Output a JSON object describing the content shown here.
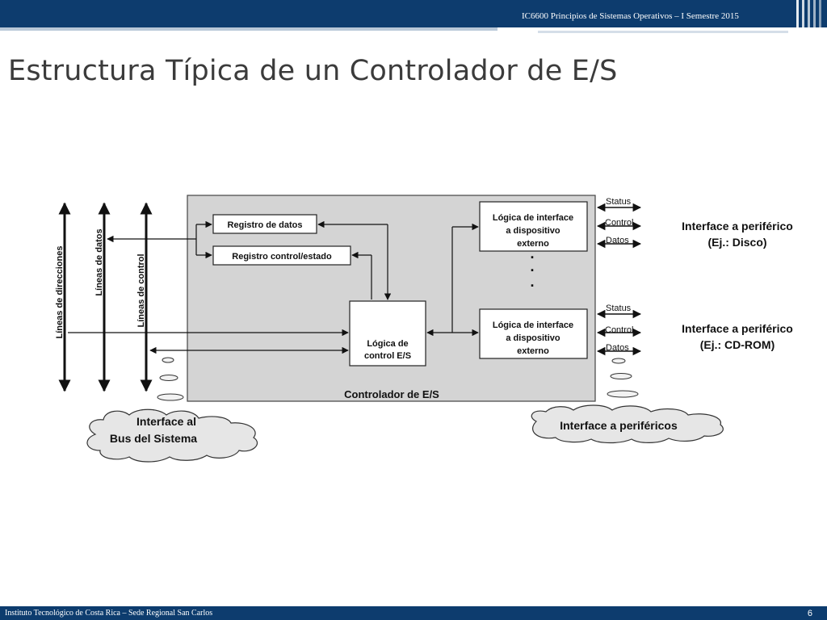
{
  "header": {
    "course_text": "IC6600 Principios de Sistemas Operativos – I Semestre 2015"
  },
  "slide": {
    "title": "Estructura Típica de un Controlador de E/S"
  },
  "diagram": {
    "bus_lines": {
      "addresses": "Líneas de direcciones",
      "data": "Líneas de datos",
      "control": "Líneas de control"
    },
    "boxes": {
      "data_register": "Registro de datos",
      "control_register": "Registro control/estado",
      "control_logic_line1": "Lógica de",
      "control_logic_line2": "control E/S",
      "device_logic_1_line1": "Lógica de interface",
      "device_logic_1_line2": "a dispositivo",
      "device_logic_1_line3": "externo",
      "device_logic_2_line1": "Lógica de interface",
      "device_logic_2_line2": "a dispositivo",
      "device_logic_2_line3": "externo",
      "ellipsis": ".",
      "controller_label": "Controlador de E/S"
    },
    "signals_1": {
      "status": "Status",
      "control": "Control",
      "data": "Datos"
    },
    "signals_2": {
      "status": "Status",
      "control": "Control",
      "data": "Datos"
    },
    "peripherals": {
      "disk_line1": "Interface a periférico",
      "disk_line2": "(Ej.: Disco)",
      "cdrom_line1": "Interface a periférico",
      "cdrom_line2": "(Ej.: CD-ROM)"
    },
    "clouds": {
      "system_bus_line1": "Interface al",
      "system_bus_line2": "Bus del Sistema",
      "peripherals": "Interface a periféricos"
    }
  },
  "footer": {
    "institution": "Instituto Tecnológico de Costa Rica – Sede Regional San Carlos",
    "page_number": "6"
  },
  "colors": {
    "header_blue": "#0d3c6e",
    "controller_fill": "#d4d4d4"
  }
}
